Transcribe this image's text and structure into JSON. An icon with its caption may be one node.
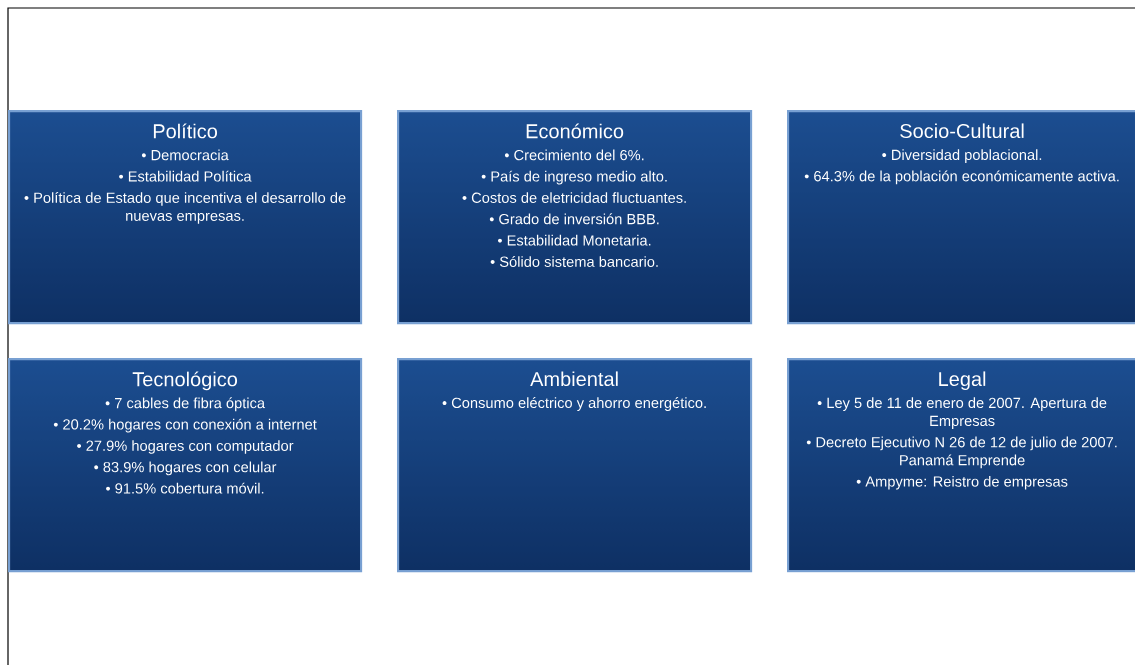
{
  "diagram": {
    "nodes": [
      {
        "text": [
          "Político",
          "• Democracia",
          "• Estabilidad Política",
          "• Política de Estado que incentiva el desarrollo de nuevas empresas."
        ]
      },
      {
        "text": [
          "Económico",
          "• Crecimiento del 6%.",
          "• País de ingreso medio alto.",
          "• Costos de eletricidad fluctuantes.",
          "• Grado de inversión BBB.",
          "• Estabilidad Monetaria.",
          "• Sólido sistema bancario."
        ]
      },
      {
        "text": [
          "Socio-Cultural",
          "• Diversidad poblacional.",
          "• 64.3% de la población económicamente activa."
        ]
      },
      {
        "text": [
          "Tecnológico",
          "• 7 cables de fibra óptica",
          "• 20.2% hogares con conexión a internet",
          "• 27.9% hogares con computador",
          "• 83.9% hogares con celular",
          "• 91.5% cobertura móvil."
        ]
      },
      {
        "text": [
          "Ambiental",
          "• Consumo eléctrico y ahorro energético."
        ]
      },
      {
        "text": [
          "Legal",
          "• Ley 5 de 11 de enero de 2007. Apertura de Empresas",
          "• Decreto Ejecutivo N 26 de 12 de julio de 2007. Panamá Emprende",
          "• Ampyme: Reistro de empresas"
        ]
      }
    ]
  }
}
